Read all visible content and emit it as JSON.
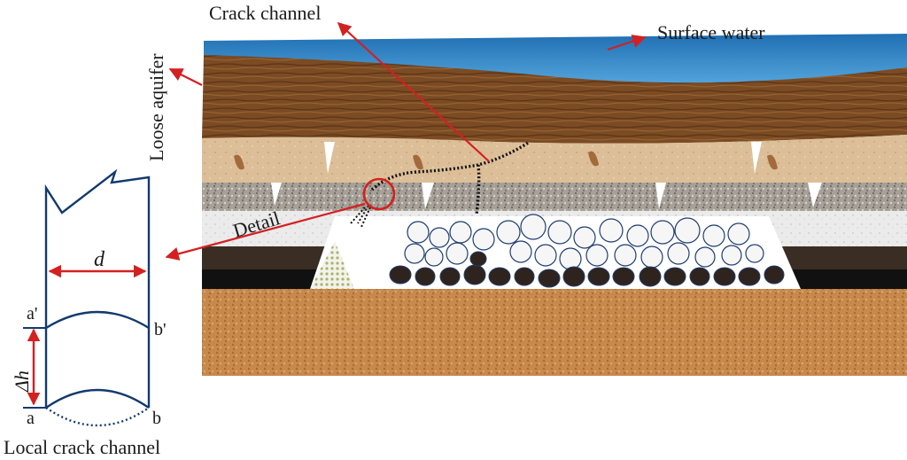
{
  "labels": {
    "crack_channel": "Crack channel",
    "surface_water": "Surface water",
    "loose_aquifer": "Loose aquifer",
    "detail": "Detail",
    "diameter": "d",
    "delta_h": "Δh",
    "point_a_prime": "a'",
    "point_b_prime": "b'",
    "point_a": "a",
    "point_b": "b",
    "local_crack_channel": "Local crack channel"
  },
  "colors": {
    "annotation_arrow": "#d42020",
    "surface_water": "#2f86c8",
    "loose_aquifer": "#7a4a22",
    "sand_layer": "#ddc09a",
    "gravel_layer": "#a9a39b",
    "white_layer": "#e9e9e9",
    "coal_seam": "#2a2420",
    "floor_rock": "#c98a4e",
    "channel_outline": "#123a6e"
  },
  "icons": {
    "detail_marker": "red-circle-icon",
    "crack": "dotted-crack-icon"
  }
}
